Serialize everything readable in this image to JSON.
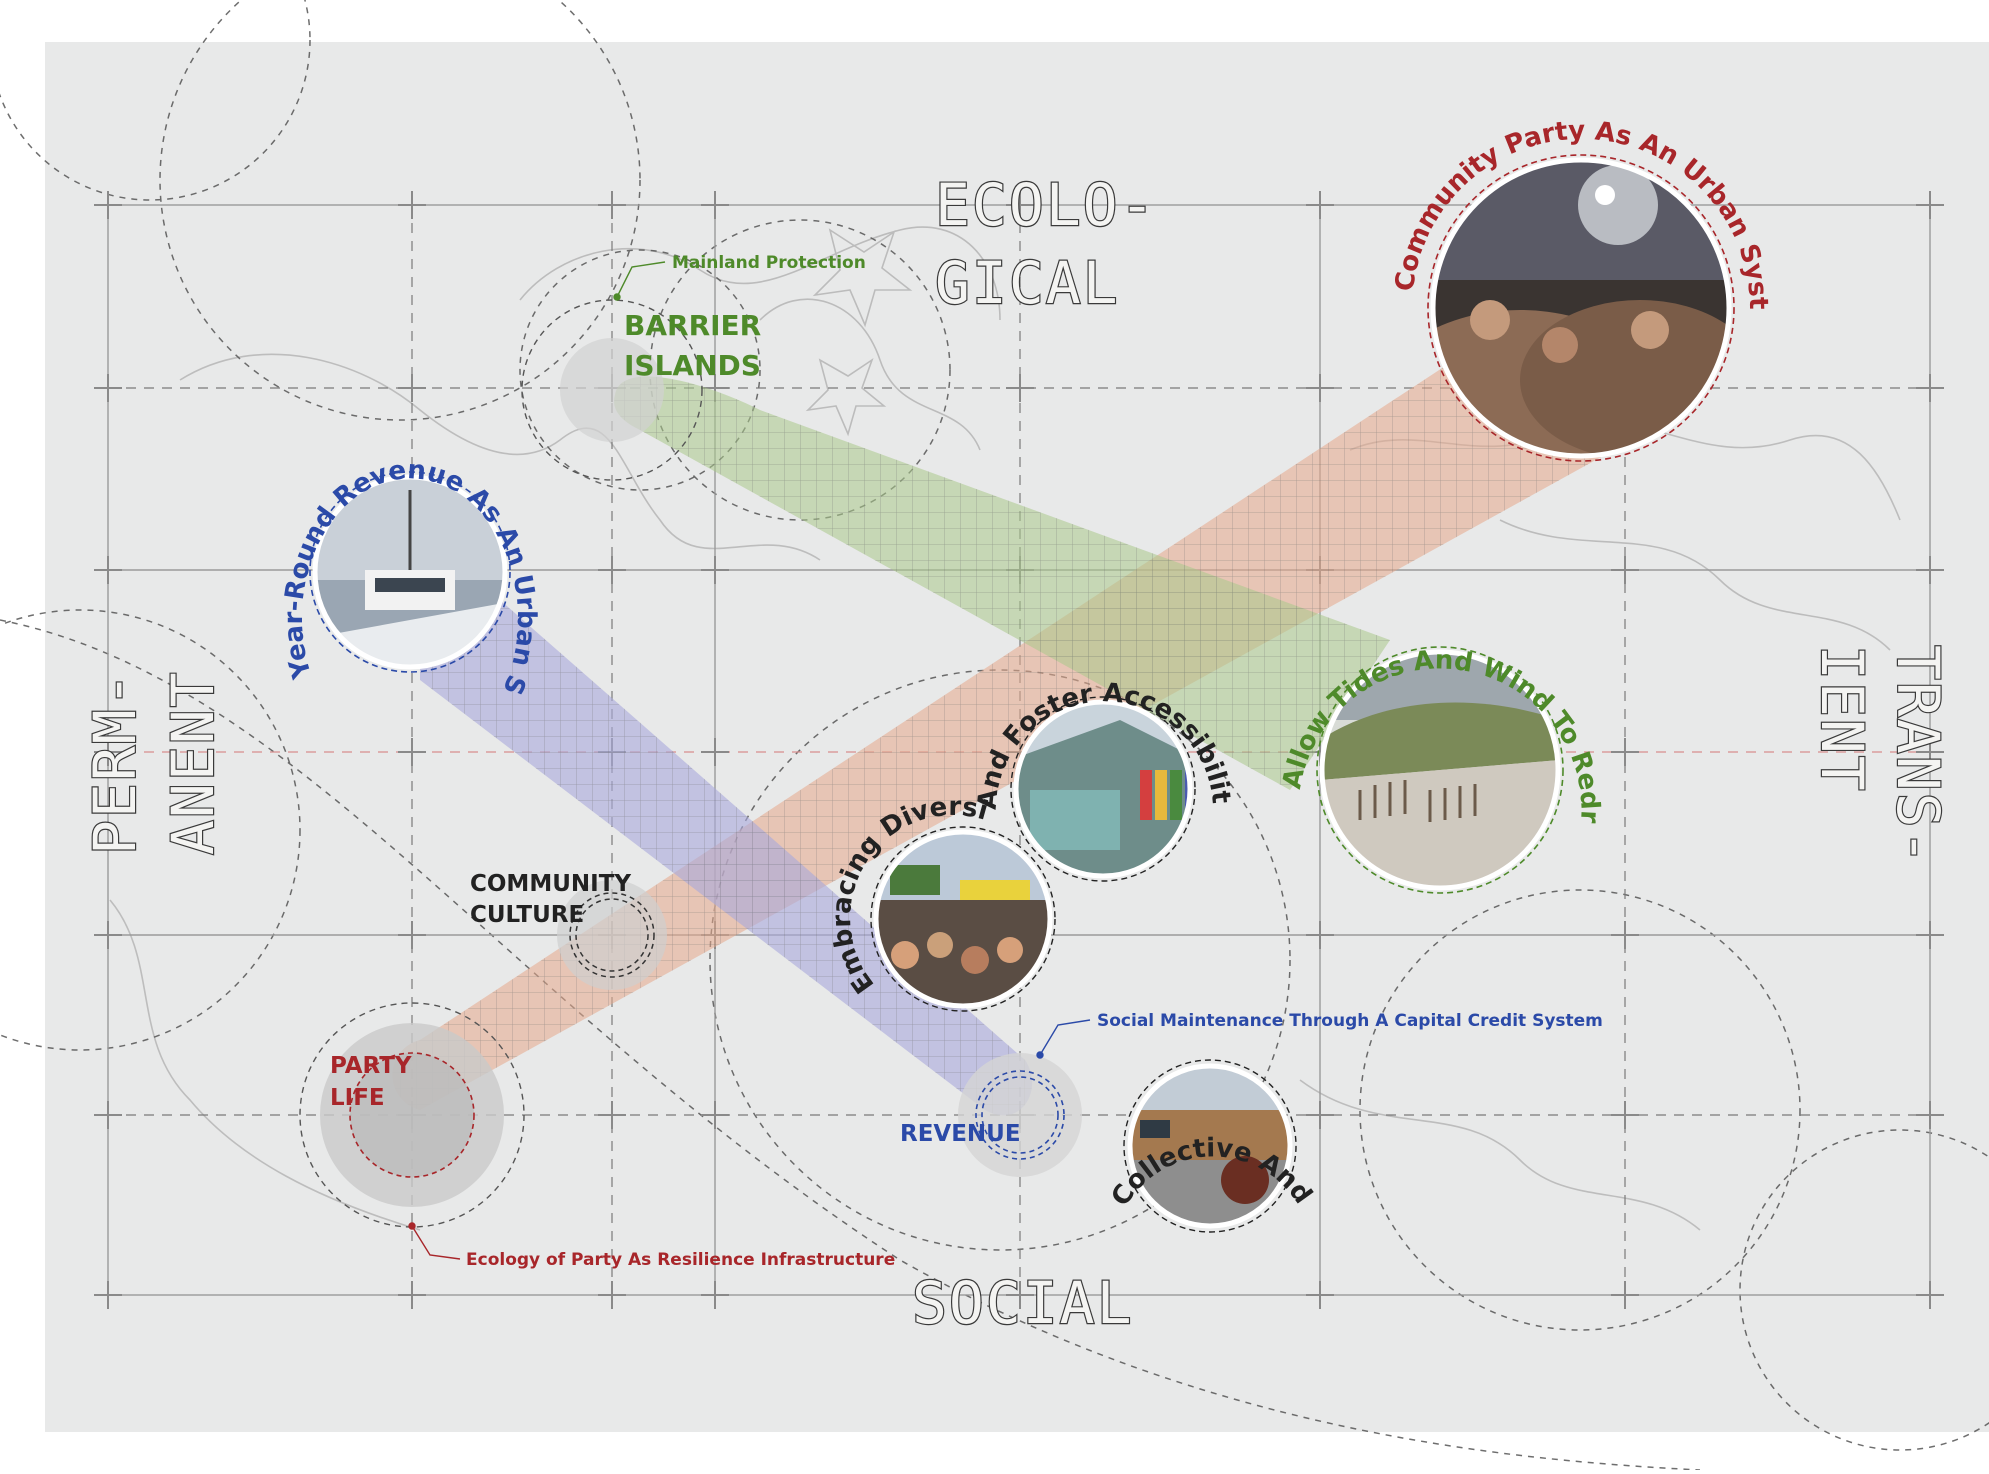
{
  "axes": {
    "top": [
      "ECOLO-",
      "GICAL"
    ],
    "bottom": "SOCIAL",
    "left": [
      "PERM-",
      "ANENT"
    ],
    "right": [
      "TRANS-",
      "IENT"
    ]
  },
  "nodes": {
    "barrier_islands": [
      "BARRIER",
      "ISLANDS"
    ],
    "community_culture": [
      "COMMUNITY",
      "CULTURE"
    ],
    "party_life": [
      "PARTY",
      "LIFE"
    ],
    "revenue": "REVENUE"
  },
  "annotations": {
    "mainland_protection": "Mainland Protection",
    "social_maintenance": "Social Maintenance Through A Capital Credit System",
    "ecology_of_party": "Ecology of Party As Resilience Infrastructure"
  },
  "photo_captions": {
    "community_party": "Community Party As An Urban System",
    "year_round_revenue": "Year-Round Revenue As An Urban Strategy",
    "embracing_diversity": "Embracing Diversity",
    "foster_accessibility": "And Foster Accessibility",
    "tides_and_wind": "Allow Tides And Wind To Redraw The Edge",
    "collective_living": "Collective And Communal Living"
  },
  "colors": {
    "ecology_green": "#4e8a2a",
    "party_red": "#a8262a",
    "revenue_blue": "#2b4aa8",
    "culture_black": "#222222",
    "band_red": "#e6a88a",
    "band_green": "#a9c98a",
    "band_blue": "#a8a8dc",
    "panel": "#e8e9e9"
  },
  "icons": [
    "disco-ball-photo",
    "ferry-deck-photo",
    "street-festival-photo",
    "storefront-pride-flags-photo",
    "dune-fence-photo",
    "building-sculpture-photo"
  ]
}
